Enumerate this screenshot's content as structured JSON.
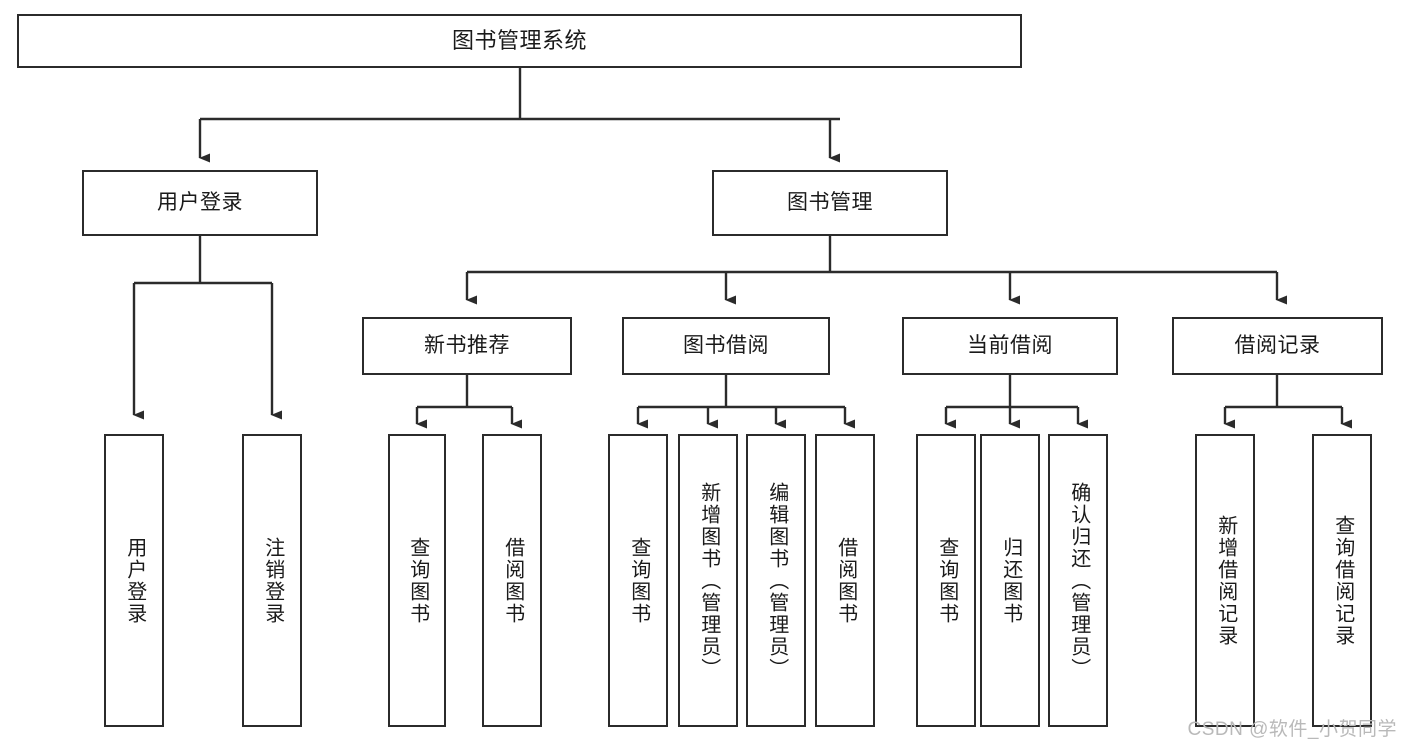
{
  "diagram": {
    "title": "图书管理系统",
    "type": "tree",
    "background": "#ffffff",
    "line_color": "#2b2b2b",
    "box_border_color": "#2b2b2b",
    "text_color": "#1a1a1a"
  },
  "root": {
    "label": "图书管理系统"
  },
  "level2": [
    {
      "label": "用户登录"
    },
    {
      "label": "图书管理"
    }
  ],
  "level3": [
    {
      "label": "新书推荐"
    },
    {
      "label": "图书借阅"
    },
    {
      "label": "当前借阅"
    },
    {
      "label": "借阅记录"
    }
  ],
  "leaves": {
    "user_login": [
      {
        "label": "用户登录"
      },
      {
        "label": "注销登录"
      }
    ],
    "new_book_recommend": [
      {
        "label": "查询图书"
      },
      {
        "label": "借阅图书"
      }
    ],
    "book_borrow": [
      {
        "label": "查询图书"
      },
      {
        "label": "新增图书（管理员）"
      },
      {
        "label": "编辑图书（管理员）"
      },
      {
        "label": "借阅图书"
      }
    ],
    "current_borrow": [
      {
        "label": "查询图书"
      },
      {
        "label": "归还图书"
      },
      {
        "label": "确认归还（管理员）"
      }
    ],
    "borrow_records": [
      {
        "label": "新增借阅记录"
      },
      {
        "label": "查询借阅记录"
      }
    ]
  },
  "watermark": {
    "text": "CSDN @软件_小贺同学"
  }
}
